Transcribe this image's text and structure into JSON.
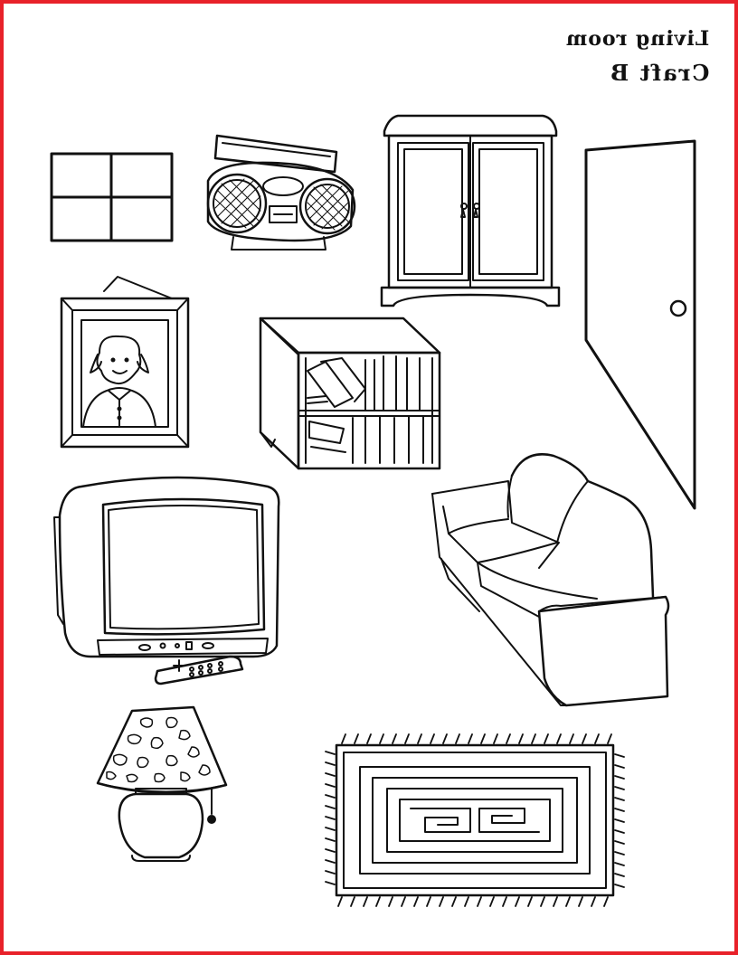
{
  "worksheet": {
    "title_line1": "Living room",
    "title_line2": "Craft B",
    "border_color": "#e8212a",
    "items": [
      "window",
      "boombox",
      "wardrobe",
      "door",
      "picture-frame",
      "bookshelf",
      "tv",
      "remote",
      "sofa",
      "lamp",
      "rug"
    ]
  }
}
